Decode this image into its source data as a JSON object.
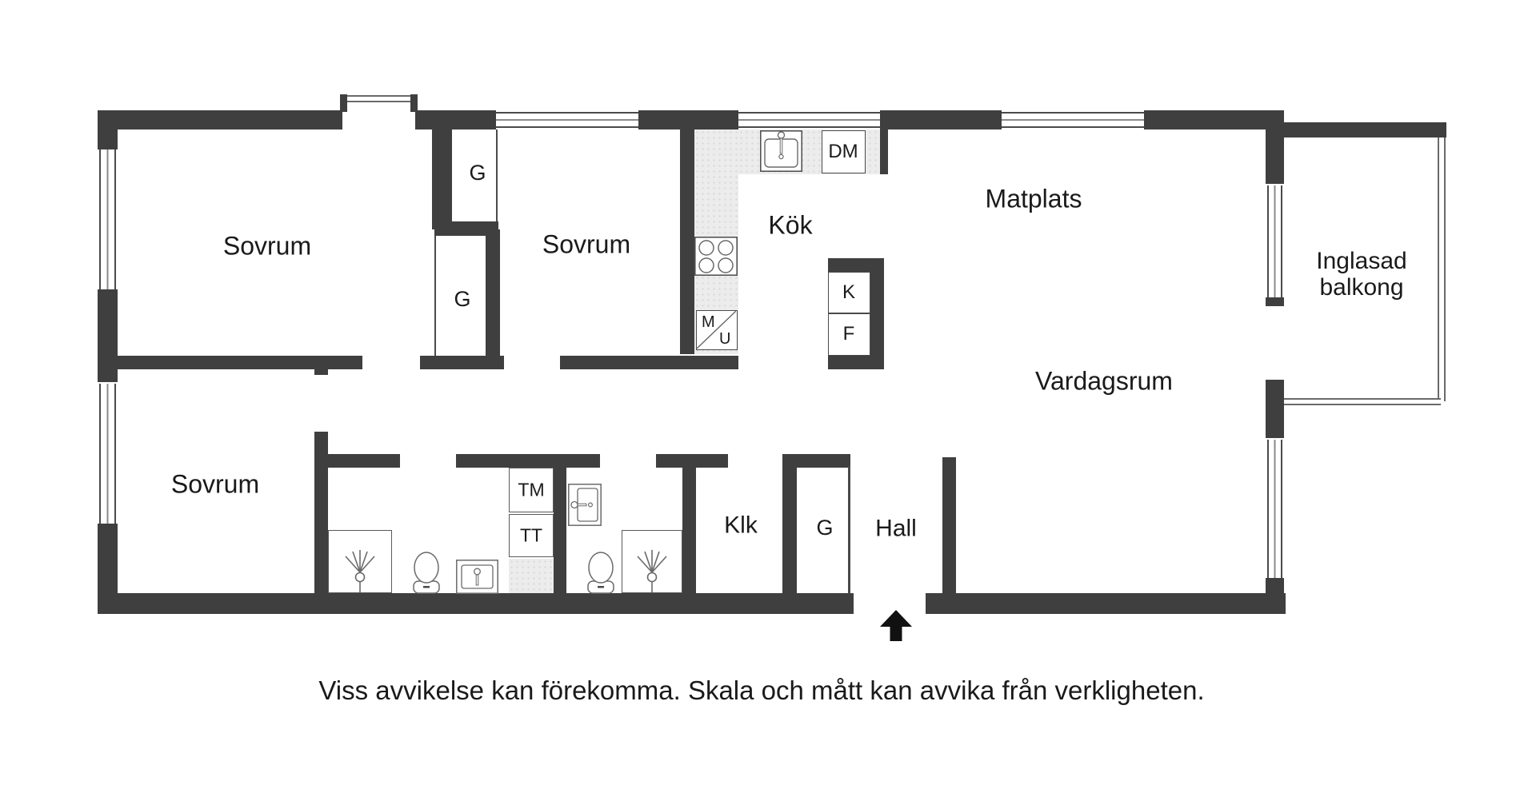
{
  "rooms": {
    "sovrum1": {
      "label": "Sovrum"
    },
    "sovrum2": {
      "label": "Sovrum"
    },
    "sovrum3": {
      "label": "Sovrum"
    },
    "kok": {
      "label": "Kök"
    },
    "matplats": {
      "label": "Matplats"
    },
    "vardagsrum": {
      "label": "Vardagsrum"
    },
    "inglasad_balkong": {
      "label_line1": "Inglasad",
      "label_line2": "balkong"
    },
    "hall": {
      "label": "Hall"
    },
    "klk": {
      "label": "Klk"
    }
  },
  "closets": {
    "g_top": "G",
    "g_bottom": "G",
    "g_hall": "G"
  },
  "appliances": {
    "dm": "DM",
    "k": "K",
    "f": "F",
    "tm": "TM",
    "tt": "TT",
    "m": "M",
    "u": "U"
  },
  "footer": {
    "disclaimer": "Viss avvikelse kan förekomma. Skala och mått kan avvika från verkligheten."
  },
  "colors": {
    "wall": "#3f3f3f",
    "counter_fill": "#ececec",
    "outline": "#4a4a4a",
    "text": "#1a1a1a",
    "background": "#ffffff"
  }
}
